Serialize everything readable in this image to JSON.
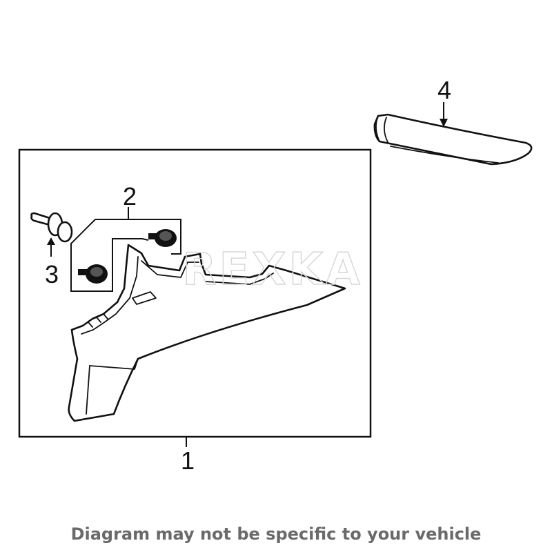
{
  "callouts": {
    "part_1": "1",
    "part_2": "2",
    "part_3": "3",
    "part_4": "4"
  },
  "watermark": "REXKA",
  "disclaimer": "Diagram may not be specific to your vehicle",
  "colors": {
    "line": "#111111",
    "disclaimer_text": "#6a6a6a",
    "watermark": "#d8d8d8"
  }
}
